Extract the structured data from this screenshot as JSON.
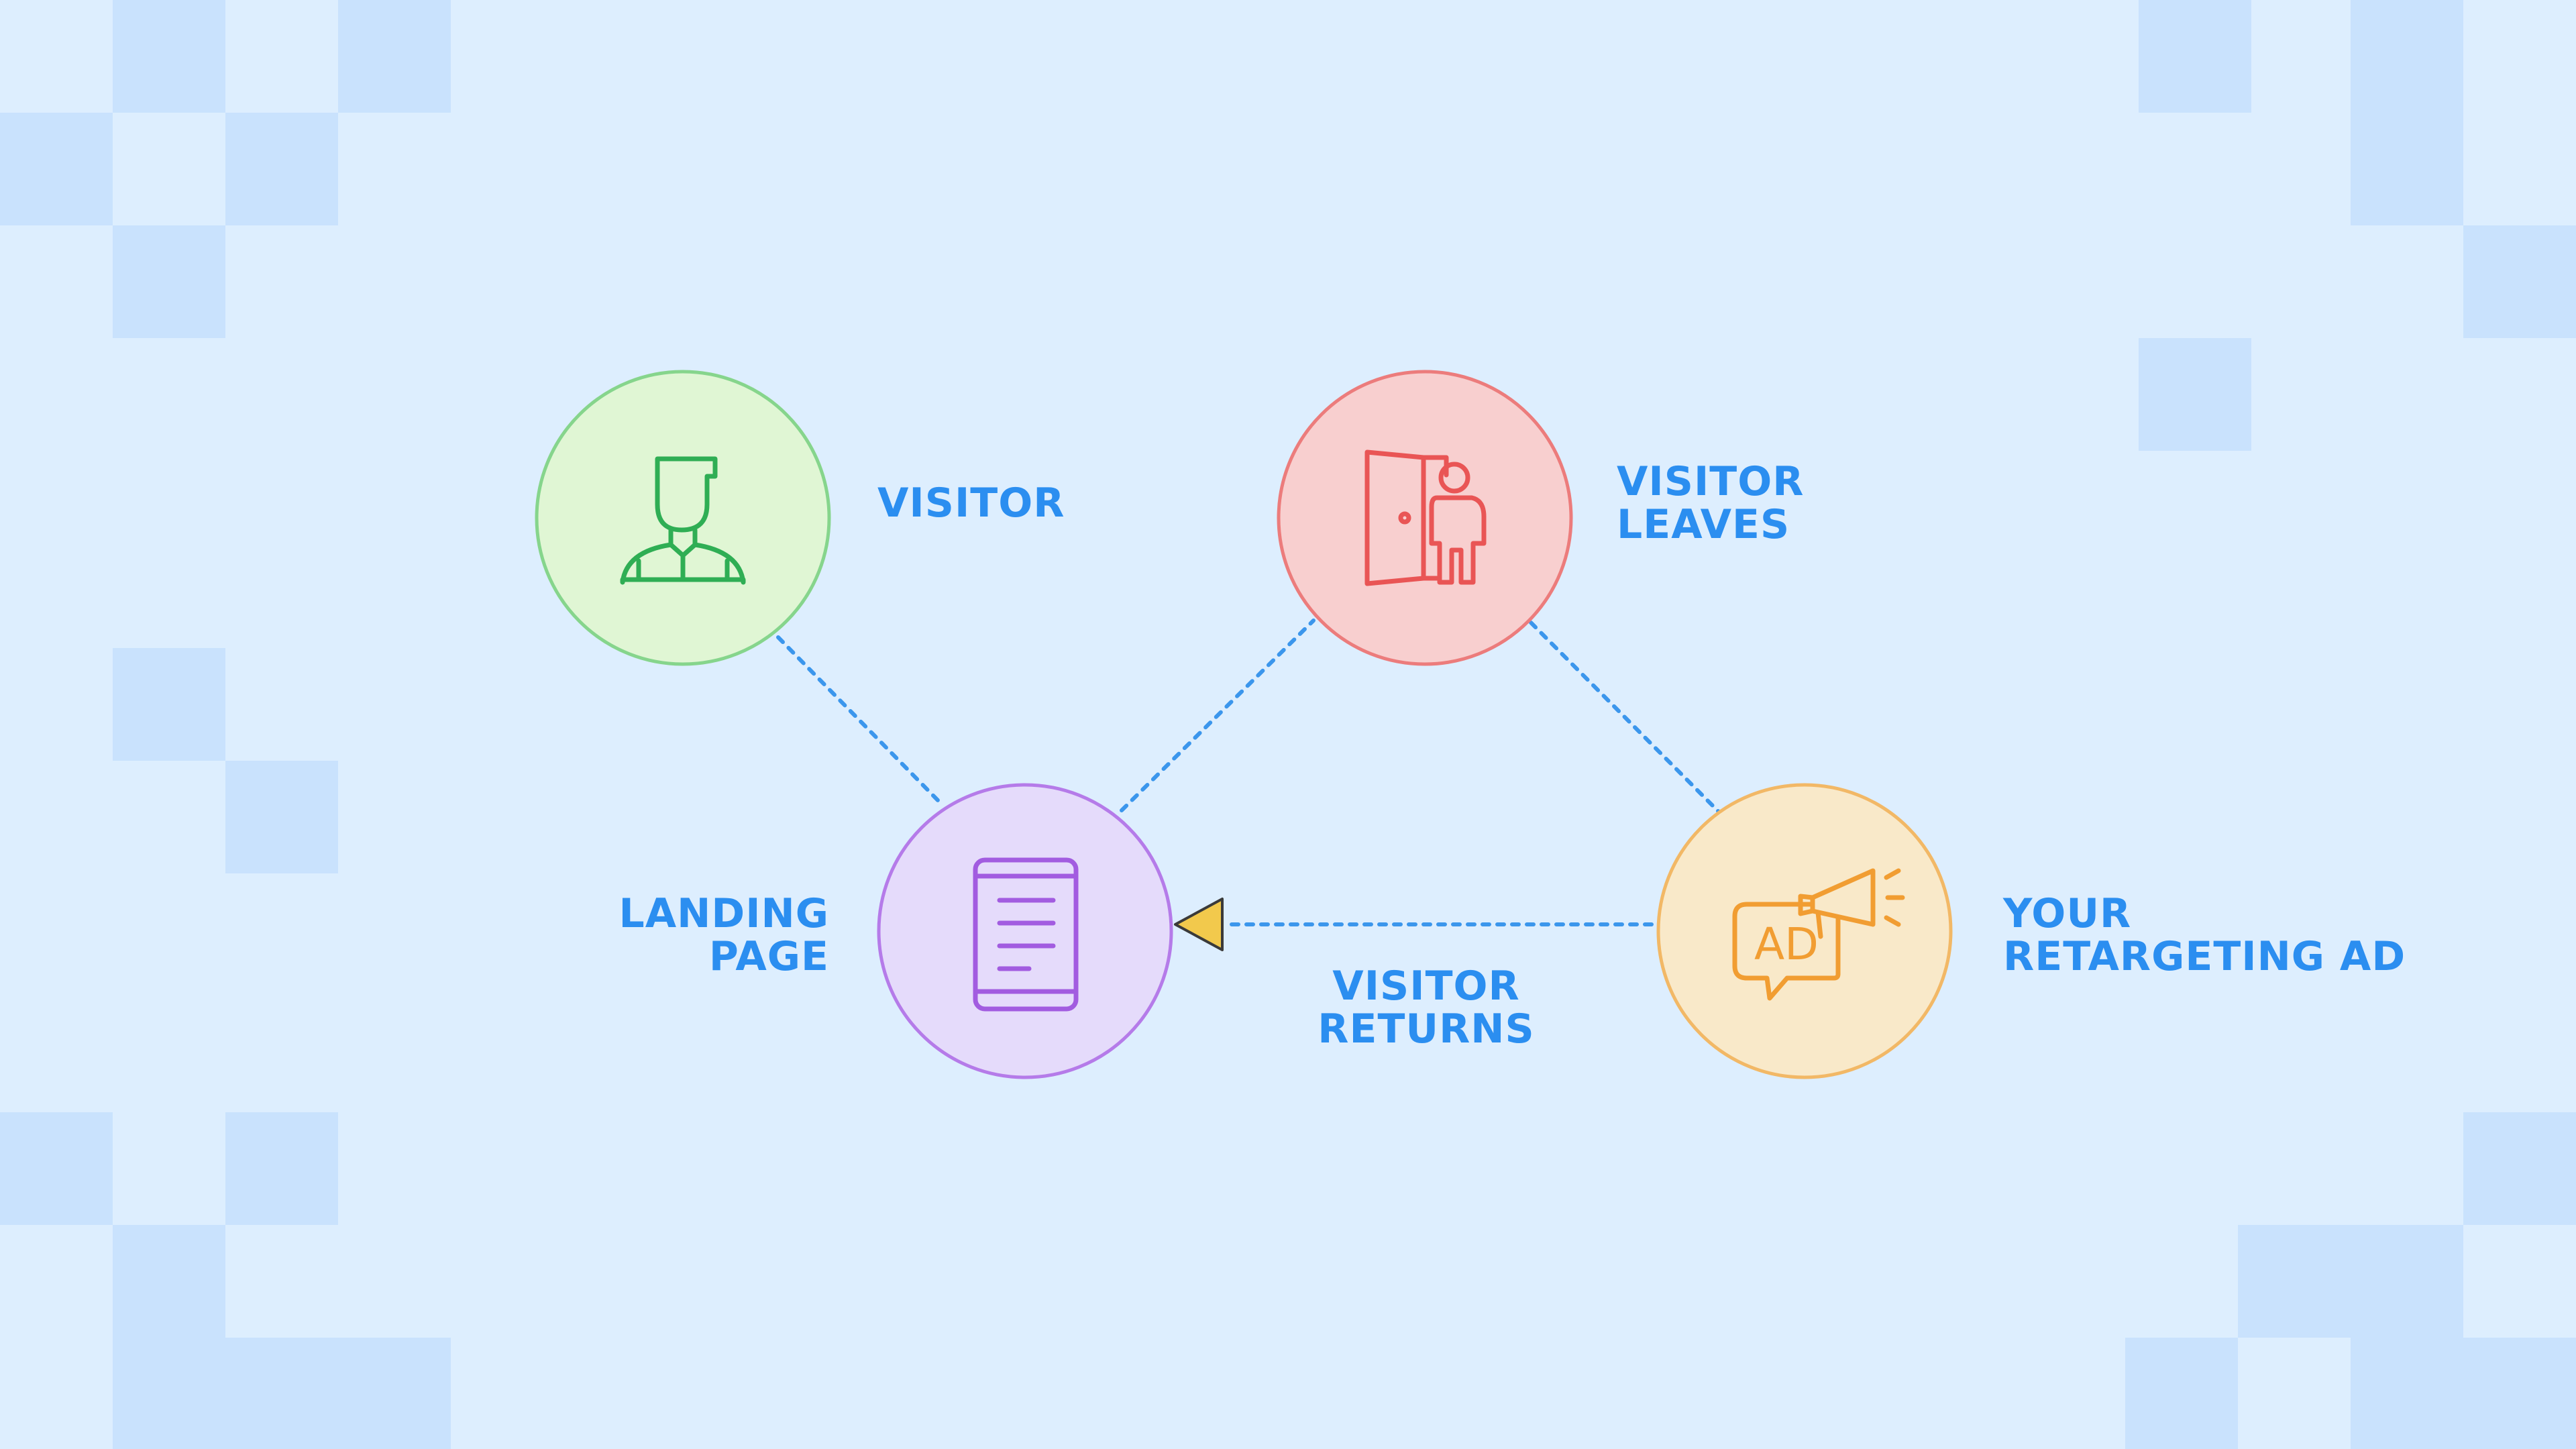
{
  "colors": {
    "background": "#ddeefe",
    "pixel_tile": "#c9e2fd",
    "label_text": "#2b8ef0",
    "connector": "#3b96ec",
    "arrow_fill": "#f2c94c",
    "visitor_fill": "#e0f6d4",
    "visitor_stroke": "#86d58c",
    "visitor_icon": "#2fae54",
    "leaves_fill": "#f8cfcf",
    "leaves_stroke": "#ec7c7c",
    "leaves_icon": "#e95555",
    "landing_fill": "#e5dbfb",
    "landing_stroke": "#b57be9",
    "landing_icon": "#a25ce0",
    "ad_fill": "#f9e9c9",
    "ad_stroke": "#f2b866",
    "ad_icon": "#f19d32"
  },
  "nodes": {
    "visitor": {
      "label": [
        "VISITOR"
      ],
      "icon": "person-icon"
    },
    "visitor_leaves": {
      "label": [
        "VISITOR",
        "LEAVES"
      ],
      "icon": "person-leaving-door-icon"
    },
    "landing_page": {
      "label": [
        "LANDING",
        "PAGE"
      ],
      "icon": "mobile-page-icon"
    },
    "retargeting_ad": {
      "label": [
        "YOUR",
        "RETARGETING AD"
      ],
      "icon": "ad-megaphone-icon"
    }
  },
  "edges": {
    "returns_label": [
      "VISITOR",
      "RETURNS"
    ]
  }
}
